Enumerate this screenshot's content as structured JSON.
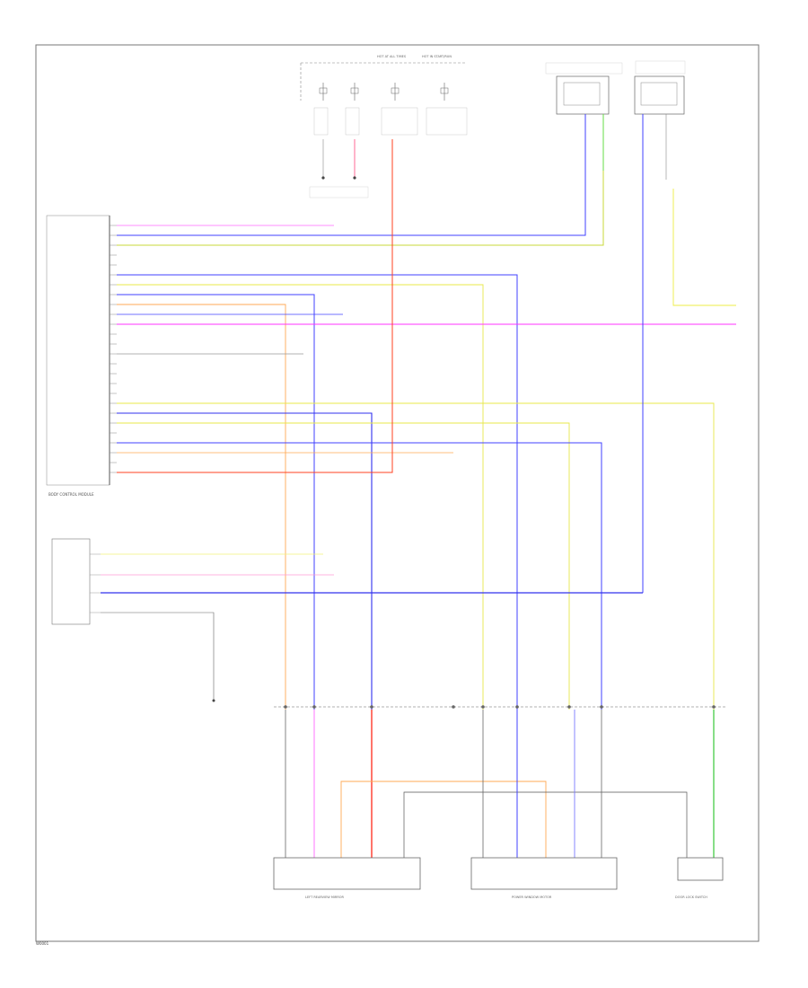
{
  "footer": {
    "code": "W0001"
  },
  "module": {
    "name": "BODY CONTROL MODULE"
  },
  "hot_in": [
    "HOT AT ALL TIMES",
    "HOT IN START/RUN"
  ],
  "colors": {
    "pink": "#ff33ff",
    "blue": "#4040ff",
    "yellow_green": "#c8d838",
    "yellow": "#f2f24a",
    "orange": "#ff9a3c",
    "red": "#ff2a1a",
    "green": "#38c838",
    "light_blue": "#9a9aff",
    "light_green": "#b8ec8a",
    "gray": "#999999",
    "dark": "#444444"
  },
  "components": {
    "left_mirror": {
      "label": "LEFT REARVIEW MIRROR"
    },
    "power_window": {
      "label": "POWER WINDOW MOTOR"
    },
    "door_lock": {
      "label": "DOOR LOCK SWITCH"
    }
  }
}
